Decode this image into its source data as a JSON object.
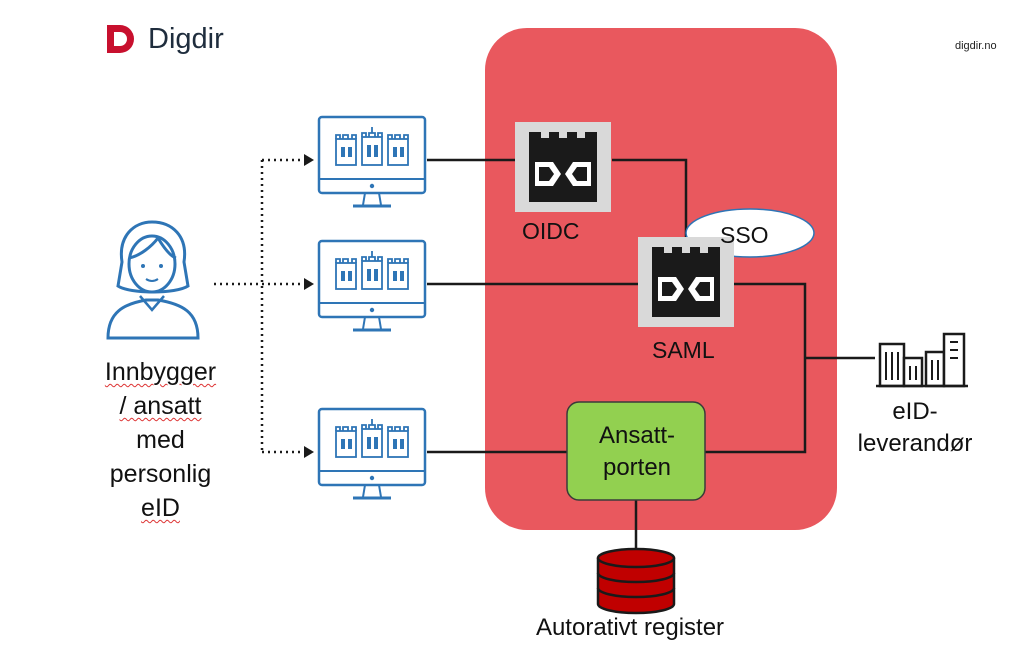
{
  "header": {
    "logo_text": "Digdir",
    "site": "digdir.no"
  },
  "user": {
    "label_lines": [
      "Innbygger",
      "/ ansatt",
      "med",
      "personlig",
      "eID"
    ]
  },
  "components": {
    "oidc": "OIDC",
    "sso": "SSO",
    "saml": "SAML",
    "ansattporten_lines": [
      "Ansatt-",
      "porten"
    ],
    "eid_provider_lines": [
      "eID-",
      "leverandør"
    ],
    "register": "Autorativt register"
  },
  "colors": {
    "zone": "#e9585e",
    "ansattporten": "#92d050",
    "gateway_bg": "#d9d9d9",
    "monitor": "#2e75b6",
    "database": "#c00000",
    "logo": "#c8102e"
  },
  "icons": [
    "digdir-logo-icon",
    "person-icon",
    "monitor-icon",
    "castle-gateway-icon",
    "buildings-icon",
    "database-icon"
  ]
}
